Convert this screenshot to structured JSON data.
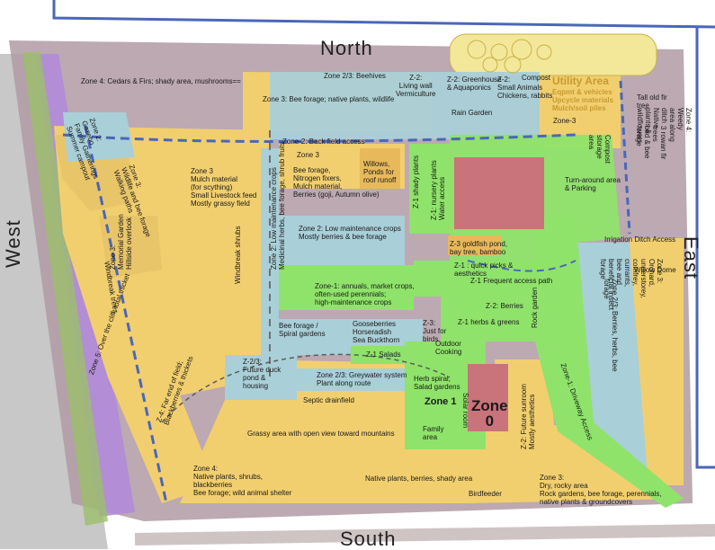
{
  "compass": {
    "north": "North",
    "south": "South",
    "east": "East",
    "west": "West"
  },
  "labels": {
    "zone4_cedars": "Zone 4: Cedars & Firs; shady area, mushrooms==",
    "beehives": "Zone 2/3: Beehives",
    "living_wall": "Z-2:\nLiving wall\nVermiculture",
    "greenhouse": "Z-2: Greenhouse\n& Aquaponics",
    "small_animals": "Z-2:\nSmall Animals\nChickens, rabbits",
    "compost": "Compost",
    "utility_title": "Utility Area",
    "utility_items": "Eqpmt & vehicles\nUpcycle materials\nMulch/soil piles",
    "tall_old_fir": "Tall old fir\ntree",
    "zone3_bee_forage": "Zone 3: Bee forage; native plants, wildlife",
    "rain_garden": "Rain Garden",
    "zone3_right": "Zone-3",
    "gazebo": "Zone 2:\nGazebo\nFamily Gatherings\nSummer campout",
    "back_field_access": "Zone-2: Back field access",
    "compost_rot": "Compost\nstorage\narea",
    "weedy_ditch": "Zone 4: Weedy area along ditch\nNative plants & wildflowers",
    "rowan_trees": "3 rowan fir trees\nbird & bee forage",
    "wildlife_bee": "Zone 3:\nWildlife and bee forage\nWalking paths",
    "zone3_mulch": "Zone 3\nMulch material\n(for scything)\nSmall Livestock feed\nMostly grassy field",
    "zone3_small": "Zone 3",
    "bee_forage_nitrogen": "Bee forage,\nNitrogen fixers,\nMulch material,\nBerries (goji, Autumn olive)",
    "willows": "Willows,\nPonds for\nroof runoff",
    "shady_plants": "Z-1 shady plants",
    "nursery": "Z-1: nursery plants\nWater access",
    "turn_around": "Turn-around area\n& Parking",
    "medicinal": "Zone 2: Low maintenance crops\nMedicinal herbs, bee forage, shrub fruits",
    "memorial": "Zone 3:\nMemorial Garden\nHillside overlook",
    "low_maint": "Zone 2: Low maintenance crops\nMostly berries & bee forage",
    "goldfish": "Z-3 goldfish pond,\nbay tree, bamboo",
    "irrigation": "Irrigation Ditch Access",
    "windbreak_shrubs": "Windbreak shrubs",
    "quick_picks": "Z-1 : quick picks &\naesthetics",
    "willow_dome": "Willow Dome",
    "zone1_annuals": "Zone-1: annuals, market crops,\noften-used perennials;\nhigh-maintenance crops",
    "frequent_path": "Z-1 Frequent access path",
    "over_cliff": "Zone 5: Over the cliff; total thicket",
    "windbreak_trees": "Windbreak trees",
    "berries_z2": "Z-2: Berries",
    "rock_garden": "Rock garden",
    "herbs_greens": "Z-1 herbs & greens",
    "orchard": "Zone 3: Orchard, understorey, comfrey, currants,\nbee and beneficial insect forage",
    "berries_herbs": "Zone 2/3: Berries, herbs, bee forage",
    "bee_forage_spiral": "Bee forage /\nSpiral gardens",
    "gooseberries": "Gooseberries\nHorseradish\nSea Buckthorn",
    "just_birds": "Z-3:\nJust for\nbirds",
    "outdoor_cooking": "Outdoor\nCooking",
    "z1_salads": "Z-1 Salads",
    "duck_pond": "Z-2/3:\nFuture duck\npond &\nhousing",
    "greywater": "Zone 2/3: Greywater system\nPlant along route",
    "herb_spiral": "Herb spiral,\nSalad gardens",
    "septic": "Septic drainfield",
    "far_field": "Z-4: Far end of field;\nBlackberries & thickets",
    "zone1_big": "Zone 1",
    "solar_room": "Solar room",
    "zone0_big": "Zone\n0",
    "future_sunroom": "Z-2: Future sunroom\nMostly aesthetics",
    "driveway": "Zone-1: Driveway Access",
    "family_area": "Family\narea",
    "grassy_view": "Grassy area with open view toward mountains",
    "zone4_native": "Zone 4:\nNative plants, shrubs,\nblackberries\nBee forage; wild animal shelter",
    "native_berries": "Native plants, berries, shady area",
    "birdfeeder": "Birdfeeder",
    "zone3_dry": "Zone 3:\nDry, rocky area\nRock gardens, bee forage, perennials,\nnative plants & groundcovers"
  },
  "colors": {
    "zone1": "#8fe36a",
    "zone2": "#a9cfd8",
    "zone3": "#f2cf6e",
    "zone4": "#b09aa4",
    "zone5": "#b18ad8",
    "utility": "#f3e79a",
    "path": "#4a67b8",
    "building": "#c9737b"
  }
}
